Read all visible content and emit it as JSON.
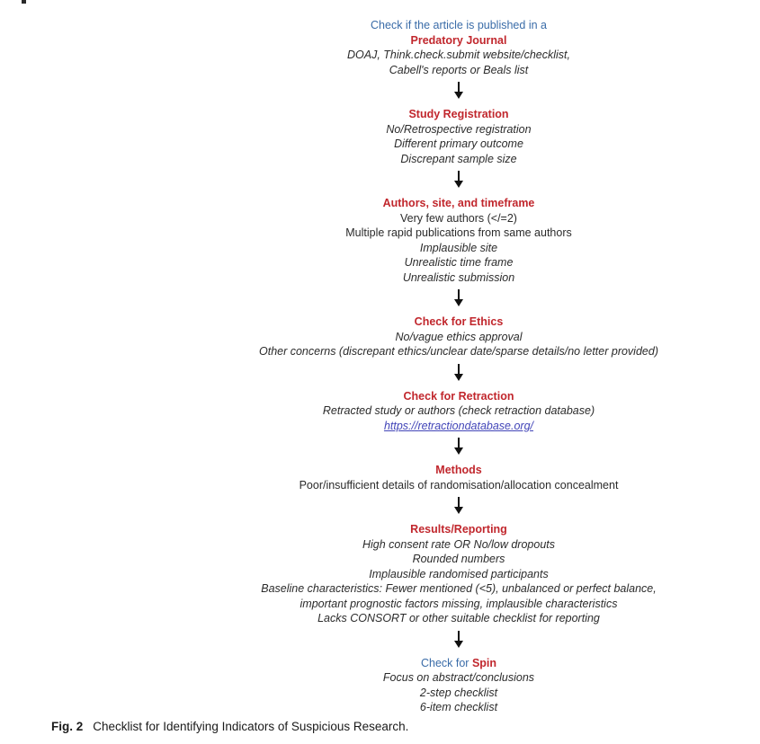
{
  "flowchart": {
    "sections": [
      {
        "pre_heading": "Check if the article is published in a",
        "heading": "Predatory Journal",
        "lines": [
          "DOAJ, Think.check.submit website/checklist,",
          "Cabell's reports or Beals list"
        ]
      },
      {
        "heading": "Study Registration",
        "lines": [
          "No/Retrospective registration",
          "Different primary outcome",
          "Discrepant sample size"
        ]
      },
      {
        "heading": "Authors, site, and timeframe",
        "lines": [
          "Very few authors (</=2)",
          "Multiple rapid publications from same authors",
          "Implausible site",
          "Unrealistic time frame",
          "Unrealistic submission"
        ]
      },
      {
        "heading": "Check for Ethics",
        "lines": [
          "No/vague ethics approval",
          "Other concerns (discrepant ethics/unclear date/sparse details/no letter provided)"
        ]
      },
      {
        "heading": "Check for Retraction",
        "lines": [
          "Retracted study or authors (check retraction database)"
        ],
        "link": "https://retractiondatabase.org/"
      },
      {
        "heading": "Methods",
        "lines": [
          "Poor/insufficient details of randomisation/allocation concealment"
        ]
      },
      {
        "heading": "Results/Reporting",
        "lines": [
          "High consent rate OR No/low dropouts",
          "Rounded numbers",
          "Implausible randomised participants",
          "Baseline characteristics: Fewer mentioned (<5), unbalanced or perfect balance,",
          "important prognostic factors missing, implausible characteristics",
          "Lacks CONSORT or other suitable checklist for reporting"
        ]
      },
      {
        "heading_prefix": "Check for ",
        "heading": "Spin",
        "lines": [
          "Focus on abstract/conclusions",
          "2-step checklist",
          "6-item checklist"
        ]
      }
    ]
  },
  "caption": {
    "label": "Fig. 2",
    "text": "Checklist for Identifying Indicators of Suspicious Research."
  },
  "colors": {
    "heading_red": "#C1272D",
    "intro_blue": "#3A6CA8",
    "link_purple": "#4245B8",
    "body_text": "#2B2B2B",
    "arrow_black": "#111111"
  }
}
